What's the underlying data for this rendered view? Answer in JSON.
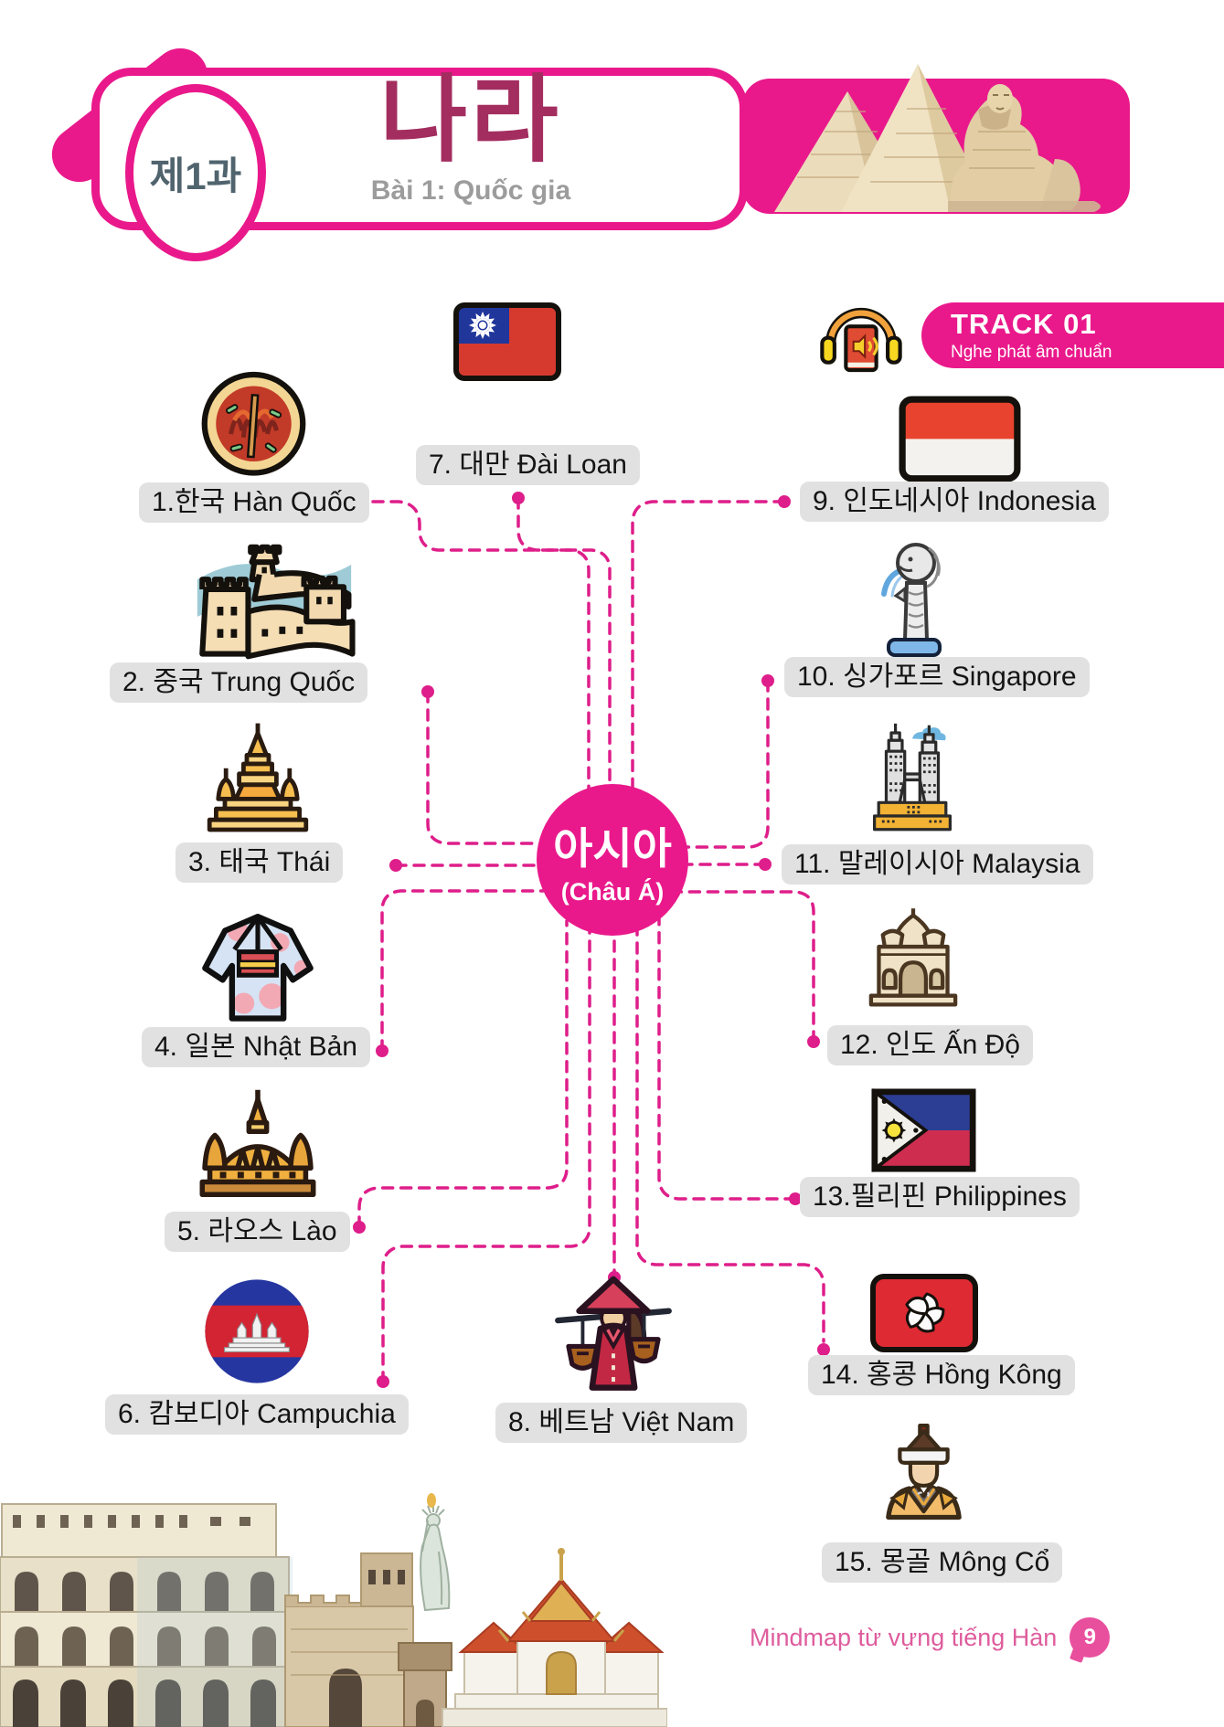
{
  "header": {
    "lesson_badge": "제1과",
    "title": "나라",
    "subtitle": "Bài 1: Quốc gia"
  },
  "track": {
    "title": "TRACK 01",
    "subtitle": "Nghe phát âm chuẩn"
  },
  "center_node": {
    "korean": "아시아",
    "vietnamese": "(Châu Á)"
  },
  "countries": [
    {
      "label": "1.한국 Hàn Quốc",
      "icon": "korean-food-bowl-icon"
    },
    {
      "label": "2. 중국 Trung Quốc",
      "icon": "great-wall-icon"
    },
    {
      "label": "3. 태국 Thái",
      "icon": "thai-temple-icon"
    },
    {
      "label": "4. 일본 Nhật Bản",
      "icon": "kimono-icon"
    },
    {
      "label": "5. 라오스 Lào",
      "icon": "laos-stupa-icon"
    },
    {
      "label": "6. 캄보디아 Campuchia",
      "icon": "cambodia-flag-icon"
    },
    {
      "label": "7. 대만 Đài Loan",
      "icon": "taiwan-flag-icon"
    },
    {
      "label": "8. 베트남 Việt Nam",
      "icon": "vietnamese-woman-icon"
    },
    {
      "label": "9. 인도네시아 Indonesia",
      "icon": "indonesia-flag-icon"
    },
    {
      "label": "10. 싱가포르 Singapore",
      "icon": "merlion-icon"
    },
    {
      "label": "11. 말레이시아 Malaysia",
      "icon": "petronas-towers-icon"
    },
    {
      "label": "12. 인도 Ấn Độ",
      "icon": "taj-mahal-icon"
    },
    {
      "label": "13.필리핀 Philippines",
      "icon": "philippines-flag-icon"
    },
    {
      "label": "14. 홍콩 Hồng Kông",
      "icon": "hongkong-flag-icon"
    },
    {
      "label": "15. 몽골 Mông Cổ",
      "icon": "mongolia-warrior-icon"
    }
  ],
  "footer": {
    "text": "Mindmap từ vựng tiếng Hàn",
    "page_number": "9"
  },
  "colors": {
    "primary_pink": "#E9198B",
    "connector_pink": "#DE1E8A",
    "title_maroon": "#A32D5F",
    "subtitle_gray": "#9C9C9C",
    "label_background": "#E1E1E1",
    "lesson_badge_text": "#50646E",
    "footer_pink": "#DE5C9D"
  }
}
